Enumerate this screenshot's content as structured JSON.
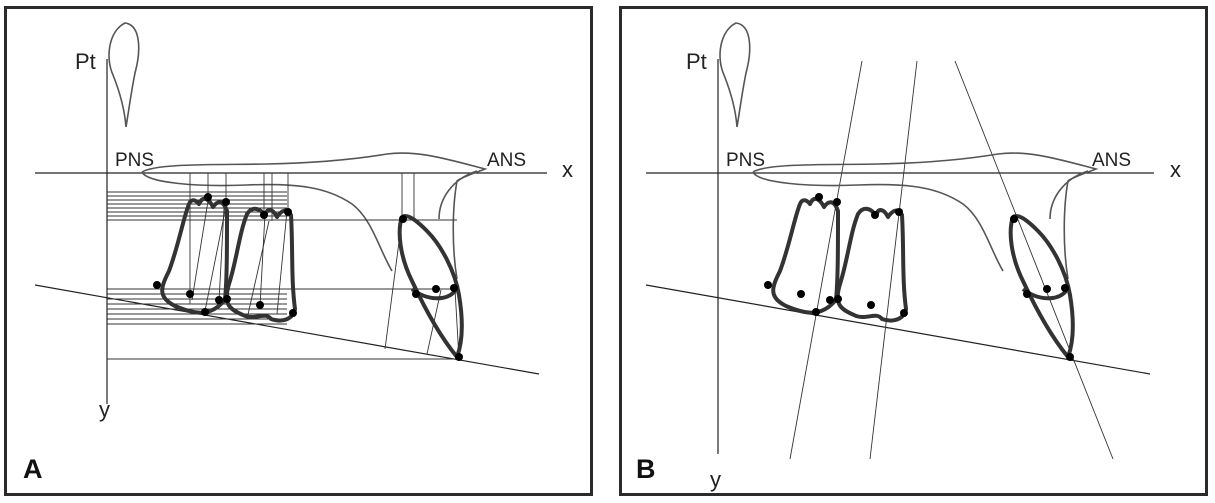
{
  "panels": [
    {
      "id": "A",
      "letter": "A",
      "labels": {
        "pt": "Pt",
        "pns": "PNS",
        "ans": "ANS",
        "x": "x",
        "y": "y"
      }
    },
    {
      "id": "B",
      "letter": "B",
      "labels": {
        "pt": "Pt",
        "pns": "PNS",
        "ans": "ANS",
        "x": "x",
        "y": "y"
      }
    }
  ]
}
